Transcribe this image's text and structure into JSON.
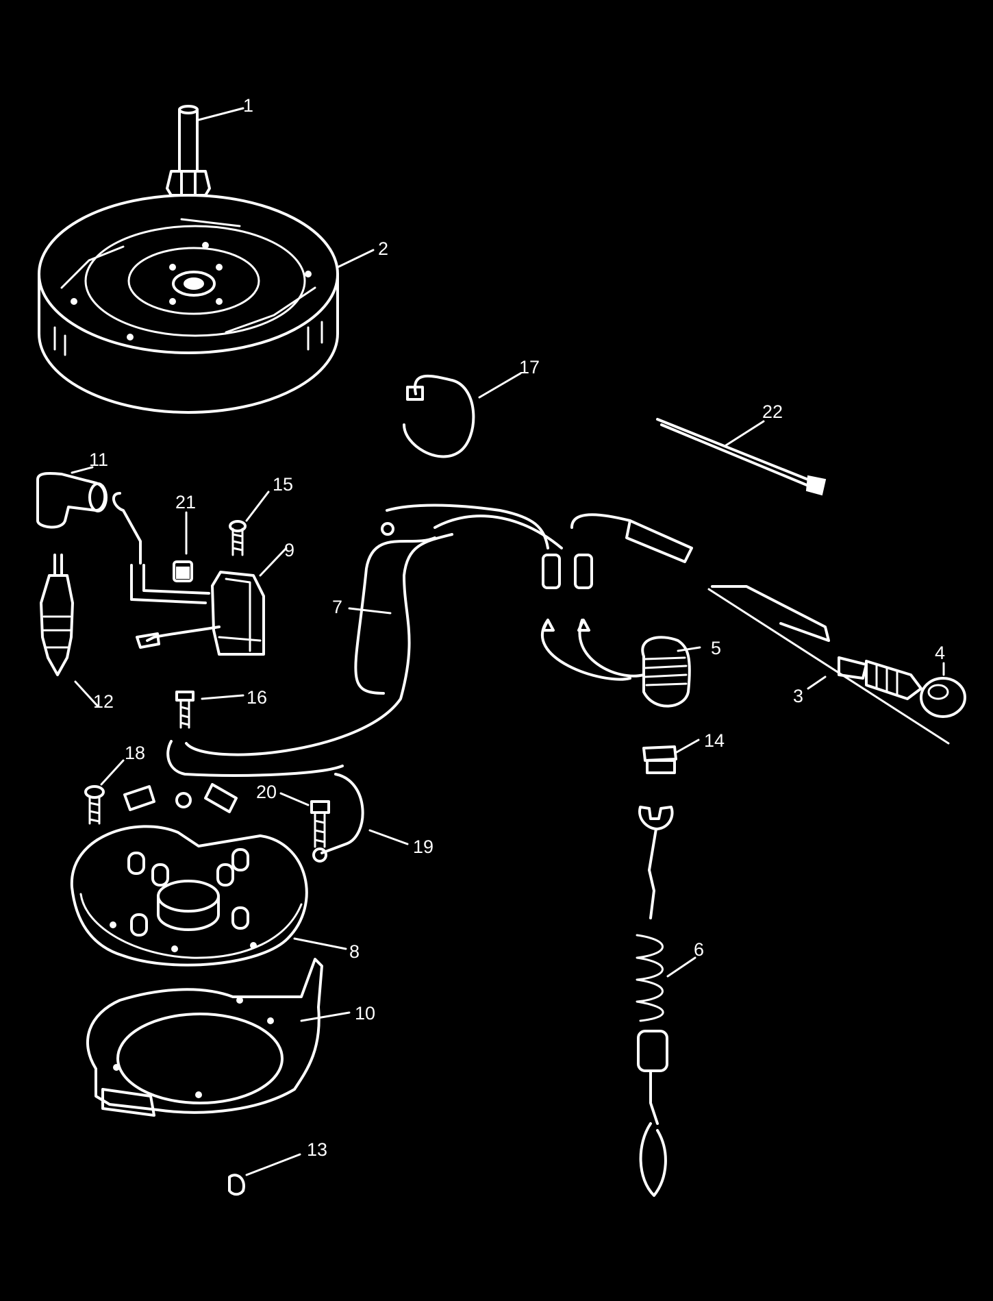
{
  "colors": {
    "background": "#000000",
    "line_art": "#ffffff"
  },
  "callouts": [
    {
      "id": "1",
      "label": "1"
    },
    {
      "id": "2",
      "label": "2"
    },
    {
      "id": "3",
      "label": "3"
    },
    {
      "id": "4",
      "label": "4"
    },
    {
      "id": "5",
      "label": "5"
    },
    {
      "id": "6",
      "label": "6"
    },
    {
      "id": "7",
      "label": "7"
    },
    {
      "id": "8",
      "label": "8"
    },
    {
      "id": "9",
      "label": "9"
    },
    {
      "id": "10",
      "label": "10"
    },
    {
      "id": "11",
      "label": "11"
    },
    {
      "id": "12",
      "label": "12"
    },
    {
      "id": "13",
      "label": "13"
    },
    {
      "id": "14",
      "label": "14"
    },
    {
      "id": "15",
      "label": "15"
    },
    {
      "id": "16",
      "label": "16"
    },
    {
      "id": "17",
      "label": "17"
    },
    {
      "id": "18",
      "label": "18"
    },
    {
      "id": "19",
      "label": "19"
    },
    {
      "id": "20",
      "label": "20"
    },
    {
      "id": "21",
      "label": "21"
    },
    {
      "id": "22",
      "label": "22"
    }
  ]
}
